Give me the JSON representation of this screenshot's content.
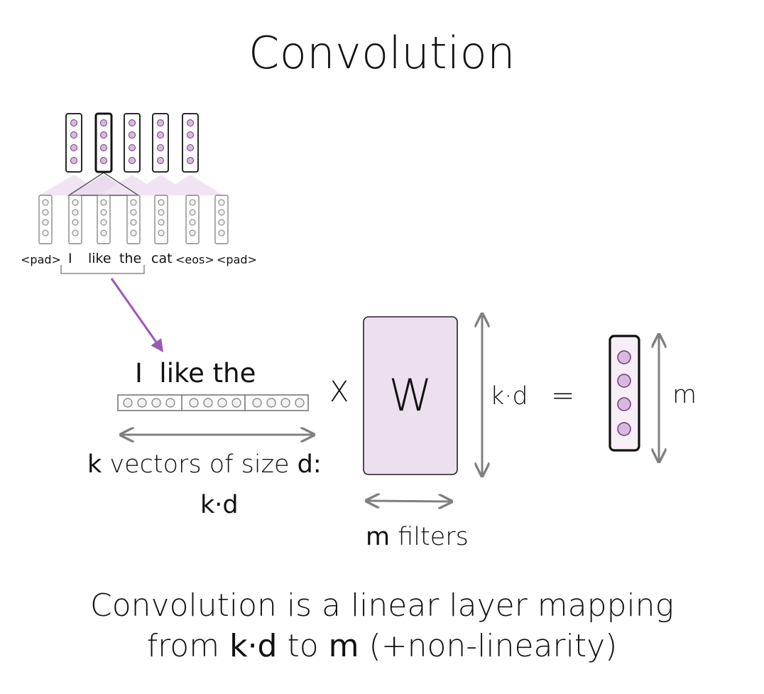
{
  "title": "Convolution",
  "tokens": [
    "<pad>",
    "I",
    "like",
    "the",
    "cat",
    "<eos>",
    "<pad>"
  ],
  "window_words": "I  like the",
  "operator_times": "X",
  "matrix_label": "W",
  "kd_label": "k·d",
  "equals": "=",
  "m_label": "m",
  "input_desc": {
    "k": "k",
    "middle": "vectors of size",
    "d": "d:",
    "kd": "k·d"
  },
  "filters_desc": {
    "m": "m",
    "rest": "filters"
  },
  "caption": {
    "line1": "Convolution is a linear layer mapping",
    "from": "from",
    "kd": "k·d",
    "to": "to",
    "m": "m",
    "suffix": "(+non-linearity)"
  },
  "colors": {
    "accent_purple": "#9b59b6",
    "matrix_fill": "#ece0ef",
    "output_fill": "#d9b8df",
    "input_gray": "#888888"
  }
}
